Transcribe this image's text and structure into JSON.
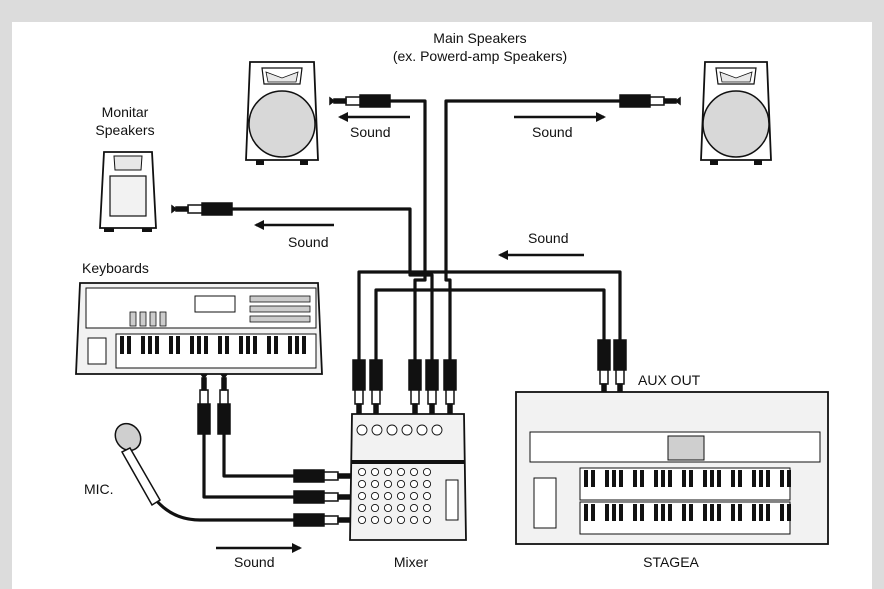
{
  "labels": {
    "main_speakers_line1": "Main Speakers",
    "main_speakers_line2": "(ex. Powerd-amp Speakers)",
    "monitor_line1": "Monitar",
    "monitor_line2": "Speakers",
    "keyboards": "Keyboards",
    "mic": "MIC.",
    "aux_out": "AUX OUT",
    "mixer": "Mixer",
    "stagea": "STAGEA",
    "sound": "Sound"
  },
  "colors": {
    "background": "#dcdcdc",
    "panel": "#ffffff",
    "line": "#111111",
    "speaker_cone": "#d8d8d8",
    "device_fill": "#f2f2f2"
  },
  "icons": [
    "speaker-icon",
    "monitor-speaker-icon",
    "keyboard-icon",
    "microphone-icon",
    "mixer-icon",
    "organ-icon",
    "jack-plug-icon",
    "arrow-icon"
  ]
}
